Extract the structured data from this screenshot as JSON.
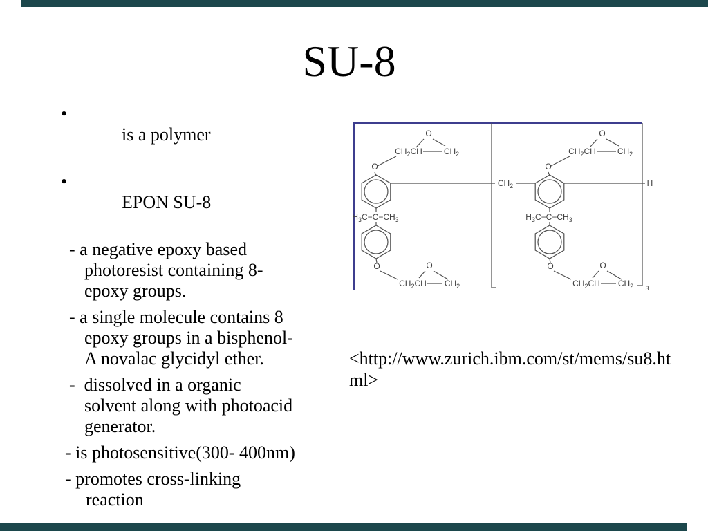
{
  "slide": {
    "title": "SU-8",
    "bullet_char": "•",
    "content_lines": [
      "is a polymer",
      "EPON SU-8",
      "- a negative epoxy based",
      "photoresist containing 8-",
      "epoxy groups.",
      "- a single molecule contains 8",
      "epoxy groups in a bisphenol-",
      "A novalac glycidyl ether.",
      "-  dissolved in a organic",
      "solvent along with photoacid",
      "generator.",
      "- is photosensitive(300- 400nm)",
      "- promotes cross-linking",
      "reaction"
    ],
    "citation_lines": [
      "<http://www.zurich.ibm.com/st/mems/su8.ht",
      "ml>"
    ]
  },
  "diagram": {
    "oxygen": "O",
    "hydrogen": "H",
    "repeat_count": "3",
    "ch2ch": {
      "p1": "CH",
      "s1": "2",
      "p2": "CH"
    },
    "ch2": {
      "p1": "CH",
      "s1": "2"
    },
    "isopropylidene": {
      "p1": "H",
      "s1": "3",
      "p2": "C−C−CH",
      "s2": "3"
    }
  },
  "colors": {
    "edge-bar": "#1c474c",
    "frame-navy": "#3d3d8e",
    "bond-gray": "#4f4f4f",
    "label-gray": "#3f3f3f",
    "text-black": "#000000"
  }
}
